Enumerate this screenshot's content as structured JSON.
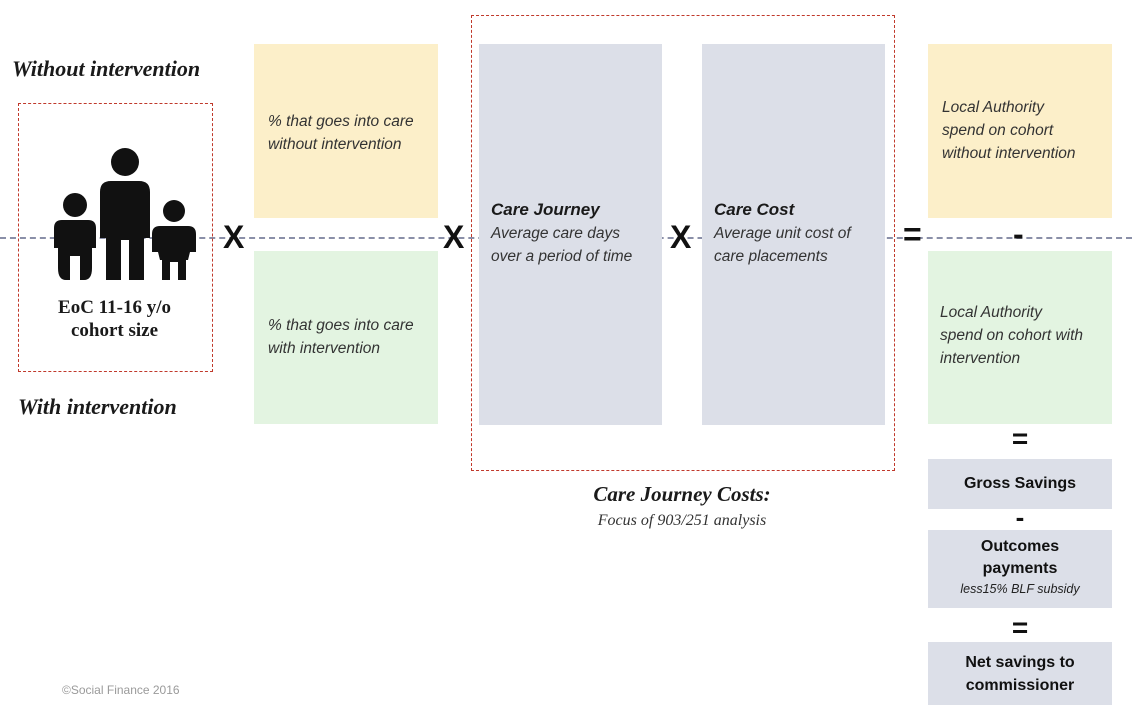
{
  "labels": {
    "without_intervention": "Without intervention",
    "with_intervention": "With intervention"
  },
  "cohort": {
    "icon": "family-icon",
    "label_line1": "EoC 11-16 y/o",
    "label_line2": "cohort size"
  },
  "rates": {
    "without_line1": "% that goes into care",
    "without_line2": "without intervention",
    "with_line1": "% that goes into care",
    "with_line2": "with intervention"
  },
  "care_journey": {
    "title": "Care Journey",
    "line1": "Average care days",
    "line2": "over a period of time"
  },
  "care_cost": {
    "title": "Care Cost",
    "line1": "Average unit cost of",
    "line2": "care placements"
  },
  "spend": {
    "without_line1": "Local Authority",
    "without_line2": "spend on cohort",
    "without_line3": "without intervention",
    "with_line1": "Local Authority",
    "with_line2": "spend on cohort with",
    "with_line3": "intervention"
  },
  "operators": {
    "multiply": "X",
    "equals": "=",
    "minus": "-"
  },
  "care_costs_caption": {
    "title": "Care Journey Costs:",
    "subtitle": "Focus of 903/251 analysis"
  },
  "savings": {
    "gross": "Gross Savings",
    "outcomes_line1": "Outcomes",
    "outcomes_line2": "payments",
    "outcomes_sub": "less15% BLF subsidy",
    "net_line1": "Net savings to",
    "net_line2": "commissioner"
  },
  "copyright": "©Social Finance 2016",
  "colors": {
    "yellow": "#fcefc9",
    "green": "#e3f4e1",
    "grey": "#dcdfe8",
    "red_dotted": "#c0392b",
    "dash_line": "#8a8fa8"
  }
}
